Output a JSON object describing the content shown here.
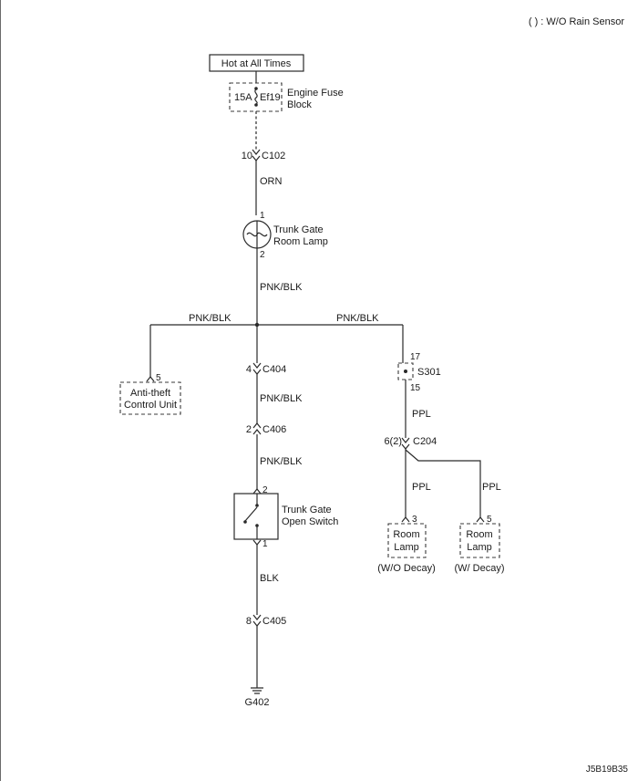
{
  "legend_note": "( ) : W/O Rain Sensor",
  "power_source": "Hot at All Times",
  "fuse": {
    "rating": "15A",
    "id": "Ef19",
    "label_line1": "Engine Fuse",
    "label_line2": "Block"
  },
  "c102": {
    "pin": "10",
    "name": "C102"
  },
  "wire_orn": "ORN",
  "trunk_lamp": {
    "pin_top": "1",
    "pin_bottom": "2",
    "label_line1": "Trunk Gate",
    "label_line2": "Room Lamp"
  },
  "wire_pnkblk_main": "PNK/BLK",
  "wire_pnkblk_left": "PNK/BLK",
  "wire_pnkblk_right": "PNK/BLK",
  "antitheft": {
    "pin": "5",
    "label_line1": "Anti-theft",
    "label_line2": "Control Unit"
  },
  "c404": {
    "pin": "4",
    "name": "C404"
  },
  "wire_pnkblk_c404": "PNK/BLK",
  "c406": {
    "pin": "2",
    "name": "C406"
  },
  "wire_pnkblk_c406": "PNK/BLK",
  "switch": {
    "pin_top": "2",
    "pin_bottom": "1",
    "label_line1": "Trunk Gate",
    "label_line2": "Open Switch"
  },
  "wire_blk": "BLK",
  "c405": {
    "pin": "8",
    "name": "C405"
  },
  "ground": "G402",
  "s301": {
    "pin_top": "17",
    "pin_bottom": "15",
    "name": "S301"
  },
  "wire_ppl_s301": "PPL",
  "c204": {
    "pin": "6(2)",
    "name": "C204"
  },
  "wire_ppl_left": "PPL",
  "wire_ppl_right": "PPL",
  "room_lamp_wo": {
    "pin": "3",
    "label_line1": "Room",
    "label_line2": "Lamp",
    "caption": "(W/O Decay)"
  },
  "room_lamp_w": {
    "pin": "5",
    "label_line1": "Room",
    "label_line2": "Lamp",
    "caption": "(W/ Decay)"
  },
  "diagram_code": "J5B19B35"
}
